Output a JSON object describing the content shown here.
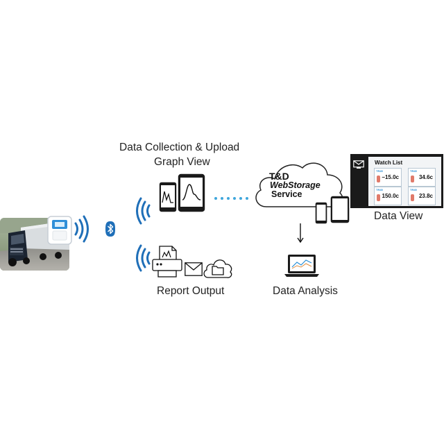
{
  "labels": {
    "data_collection_line1": "Data Collection & Upload",
    "data_collection_line2": "Graph View",
    "report_output": "Report Output",
    "data_analysis": "Data Analysis",
    "data_view": "Data View"
  },
  "cloud": {
    "line1": "T&D",
    "line2": "WebStorage",
    "line3": "Service"
  },
  "watch_list": {
    "title": "Watch List",
    "cards": [
      {
        "tag": "TR45",
        "value": "−15.0c"
      },
      {
        "tag": "TR45",
        "value": "34.6c"
      },
      {
        "tag": "TR45",
        "value": "150.0c"
      },
      {
        "tag": "TR45",
        "value": "23.8c"
      }
    ]
  },
  "icons": [
    "truck-photo",
    "data-logger-icon",
    "bluetooth-icon",
    "signal-waves-icon",
    "smartphone-icon",
    "tablet-icon",
    "printer-icon",
    "envelope-icon",
    "folder-icon",
    "cloud-icon",
    "laptop-icon",
    "monitor-icon",
    "down-arrow-icon"
  ],
  "colors": {
    "accent_blue": "#1f6fb8",
    "dots_blue": "#3ea6dc",
    "dark": "#111111"
  }
}
